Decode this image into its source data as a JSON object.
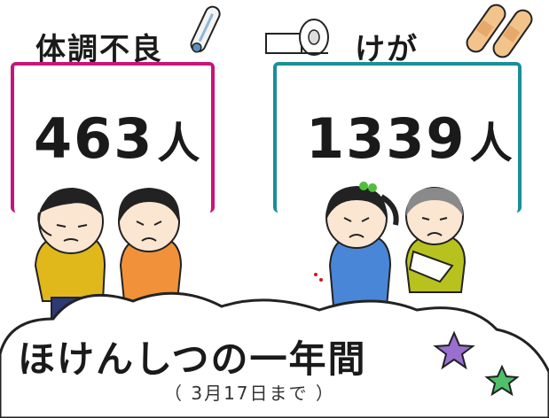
{
  "panels": {
    "left": {
      "title": "体調不良",
      "count": "463",
      "unit": "人"
    },
    "right": {
      "title": "けが",
      "count": "1339",
      "unit": "人"
    }
  },
  "caption": "ほけんしつの一年間",
  "period": "（ 3月17日まで ）",
  "colors": {
    "left_box": "#c8157a",
    "right_box": "#1a8f97",
    "star_purple": "#9b6fd0",
    "star_green": "#4fbf6a"
  },
  "icons": [
    "thermometer-icon",
    "toilet-paper-icon",
    "bandage-icon",
    "star-icon"
  ]
}
